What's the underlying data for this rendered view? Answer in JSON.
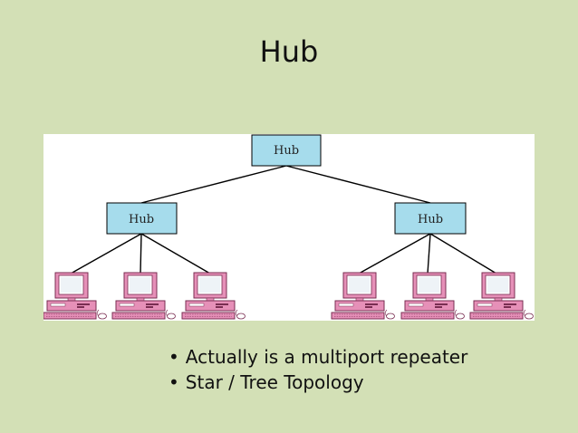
{
  "slide": {
    "title": "Hub"
  },
  "diagram": {
    "root_hub_label": "Hub",
    "left_hub_label": "Hub",
    "right_hub_label": "Hub",
    "hub_fill": "#a6dcec",
    "computer_color": "#e690b8",
    "line_color": "#000000",
    "computer_icon": "desktop-computer-icon"
  },
  "bullets": [
    "Actually is a multiport repeater",
    "Star / Tree Topology"
  ]
}
